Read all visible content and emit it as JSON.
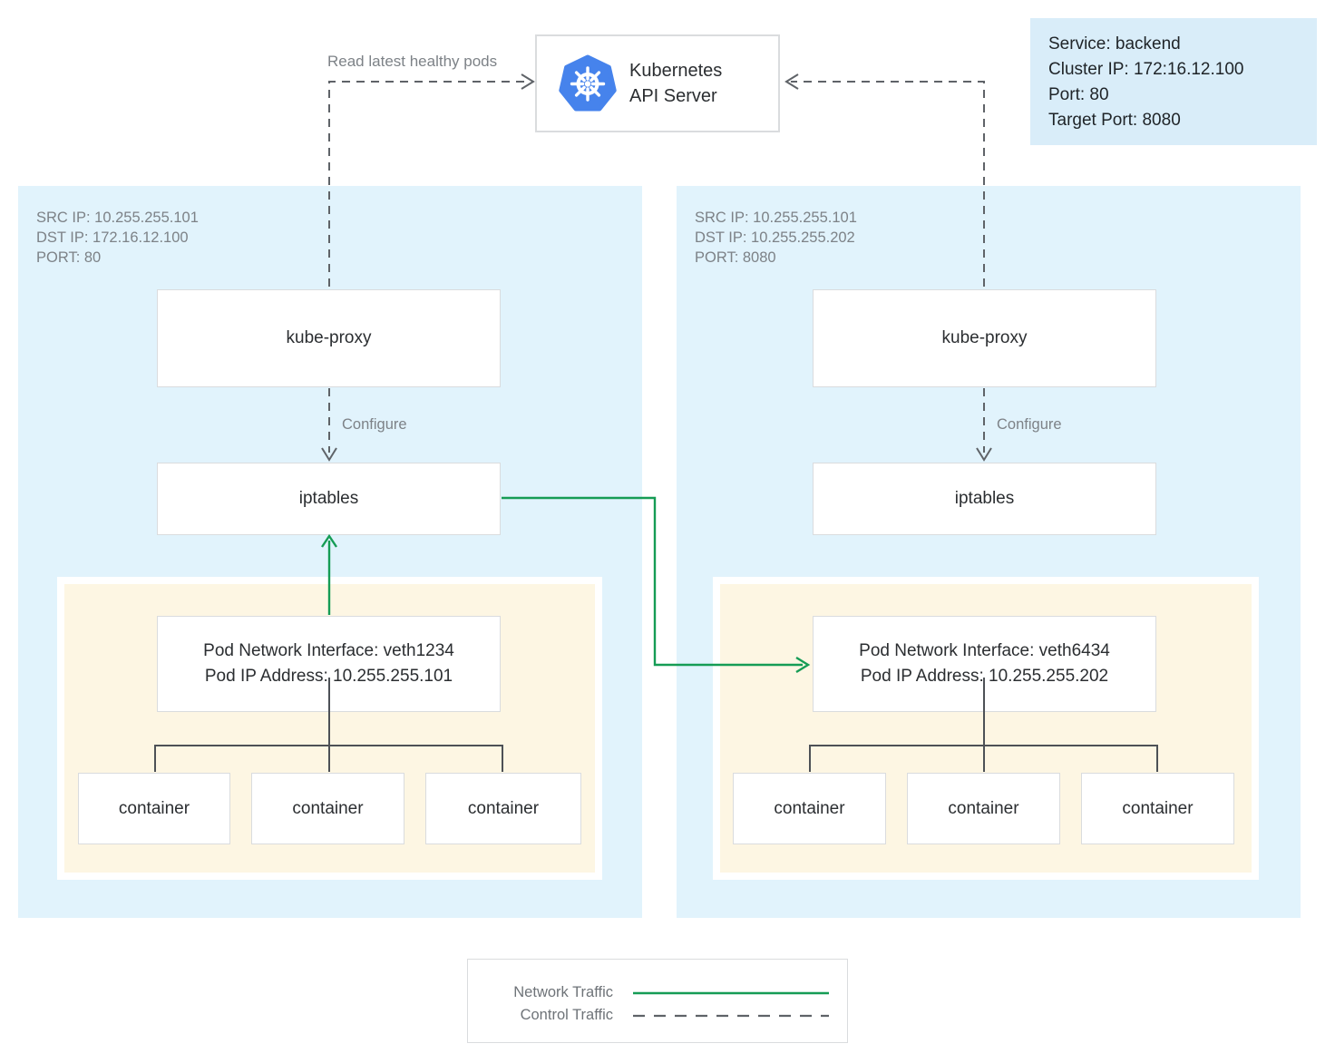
{
  "api_server": {
    "line1": "Kubernetes",
    "line2": "API Server"
  },
  "service_info": {
    "lines": [
      "Service: backend",
      "Cluster IP: 172:16.12.100",
      "Port: 80",
      "Target Port: 8080"
    ]
  },
  "labels": {
    "read_latest_healthy_pods": "Read latest healthy pods"
  },
  "node_left": {
    "header": {
      "src": "SRC IP: 10.255.255.101",
      "dst": "DST IP: 172.16.12.100",
      "port": "PORT: 80"
    },
    "kube_proxy_label": "kube-proxy",
    "configure_label": "Configure",
    "iptables_label": "iptables",
    "pod": {
      "line1": "Pod Network Interface: veth1234",
      "line2": "Pod IP Address: 10.255.255.101",
      "containers": [
        "container",
        "container",
        "container"
      ]
    }
  },
  "node_right": {
    "header": {
      "src": "SRC IP: 10.255.255.101",
      "dst": "DST IP: 10.255.255.202",
      "port": "PORT: 8080"
    },
    "kube_proxy_label": "kube-proxy",
    "configure_label": "Configure",
    "iptables_label": "iptables",
    "pod": {
      "line1": "Pod Network Interface: veth6434",
      "line2": "Pod IP Address: 10.255.255.202",
      "containers": [
        "container",
        "container",
        "container"
      ]
    }
  },
  "legend": {
    "network_label": "Network Traffic",
    "control_label": "Control Traffic"
  },
  "colors": {
    "network_traffic": "#159c55",
    "control_traffic": "#5f6368",
    "tree_line": "#4d5156",
    "node_bg": "#e1f3fc",
    "pod_bg": "#fdf6e3",
    "service_bg": "#d9edf9",
    "box_border": "#dadcde",
    "logo_blue": "#4683ec",
    "text_dark": "#2b2e31",
    "text_gray": "#7d8287"
  }
}
